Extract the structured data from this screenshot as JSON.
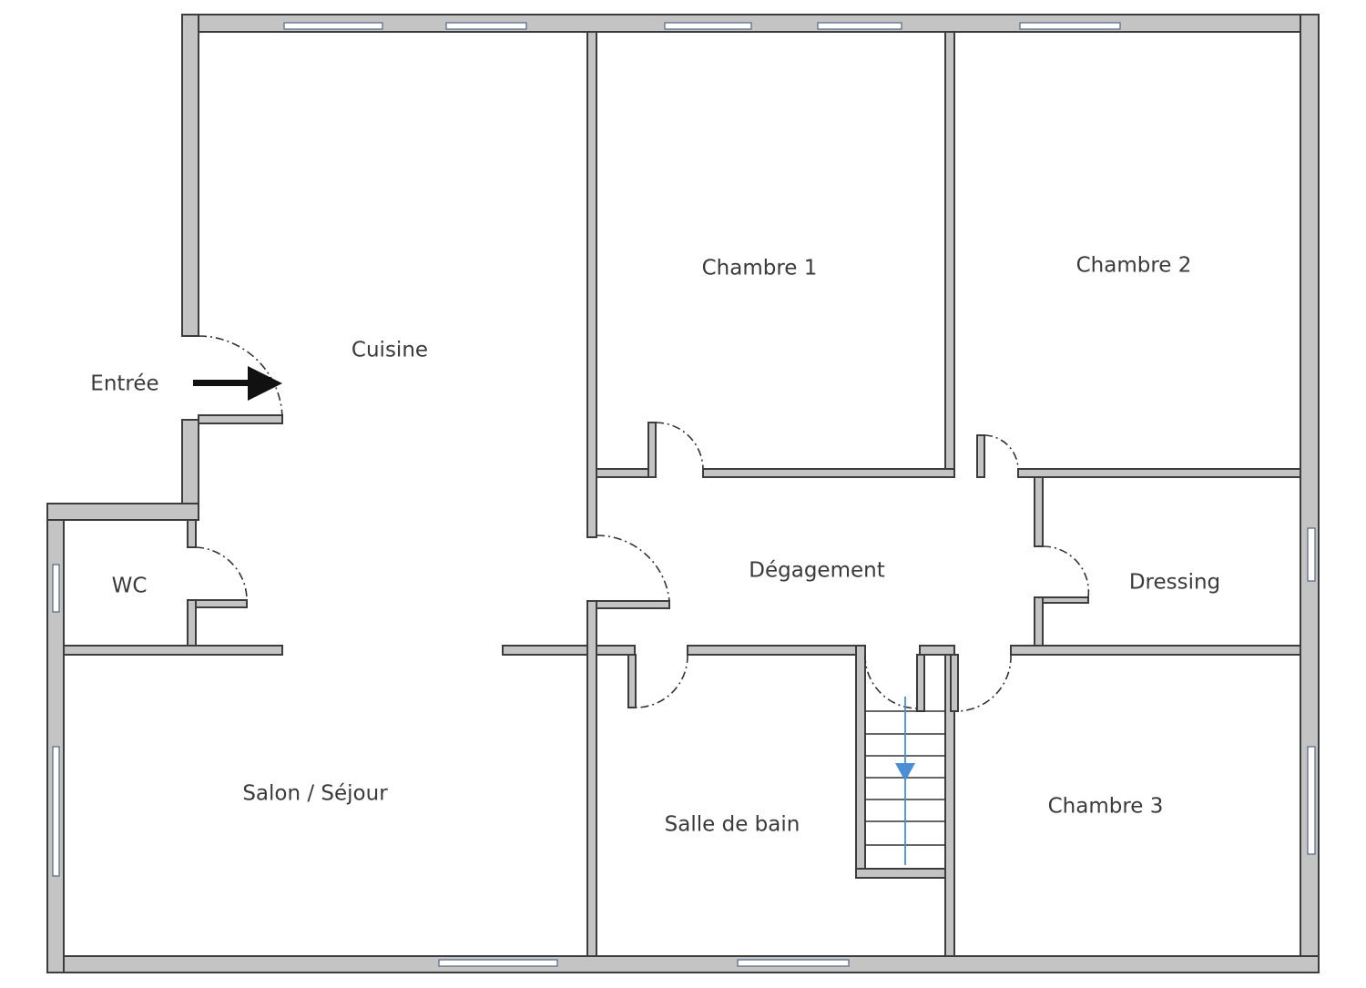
{
  "floor_plan": {
    "rooms": {
      "cuisine": "Cuisine",
      "chambre1": "Chambre 1",
      "chambre2": "Chambre 2",
      "entree": "Entrée",
      "wc": "WC",
      "degagement": "Dégagement",
      "dressing": "Dressing",
      "salon": "Salon / Séjour",
      "salle_de_bain": "Salle de bain",
      "chambre3": "Chambre 3"
    },
    "icons": {
      "entrance": "entrance-arrow-icon",
      "stairs_direction": "stairs-down-arrow-icon"
    },
    "colors": {
      "wall_fill": "#c4c4c4",
      "wall_outline": "#3c3c3c",
      "window": "#5a6f8a",
      "stairs_arrow": "#4a8fd6"
    }
  }
}
